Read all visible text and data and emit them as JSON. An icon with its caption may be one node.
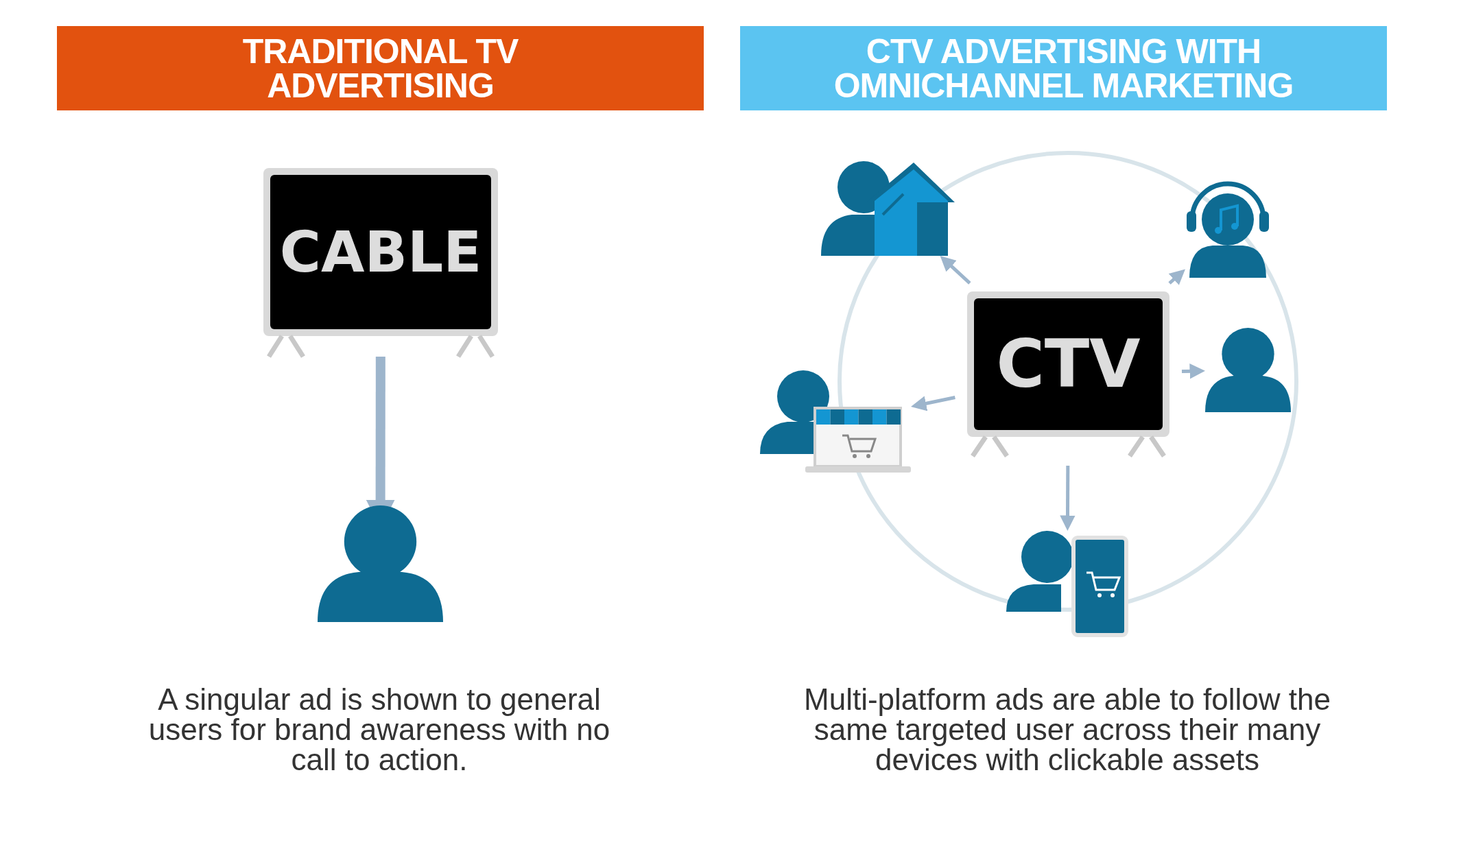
{
  "diagram": {
    "nodes": [
      {
        "text": [
          "TRADITIONAL TV ADVERTISING"
        ]
      },
      {
        "text": [
          "CTV ADVERTISING WITH OMNICHANNEL MARKETING"
        ]
      },
      {
        "text": [
          "CABLE"
        ]
      },
      {
        "text": [],
        "shape": "person"
      },
      {
        "text": [
          "CTV"
        ]
      },
      {
        "text": [],
        "shape": "picture"
      },
      {
        "text": [],
        "shape": "picture"
      },
      {
        "text": [],
        "shape": "picture"
      },
      {
        "text": [],
        "shape": "person"
      },
      {
        "text": [],
        "shape": "picture"
      }
    ],
    "edges": [
      {
        "from": 2,
        "to": 3,
        "arrow": "to",
        "style": "thick"
      },
      {
        "from": 4,
        "to": 5,
        "arrow": "to"
      },
      {
        "from": 4,
        "to": 6,
        "arrow": "to"
      },
      {
        "from": 4,
        "to": 7,
        "arrow": "to"
      },
      {
        "from": 4,
        "to": 8,
        "arrow": "to"
      },
      {
        "from": 4,
        "to": 9,
        "arrow": "to"
      }
    ],
    "labels": [
      "A singular ad is shown to general users for brand awareness with no call to action.",
      "Multi-platform ads are able to follow the same targeted user across their many devices with clickable assets"
    ]
  }
}
